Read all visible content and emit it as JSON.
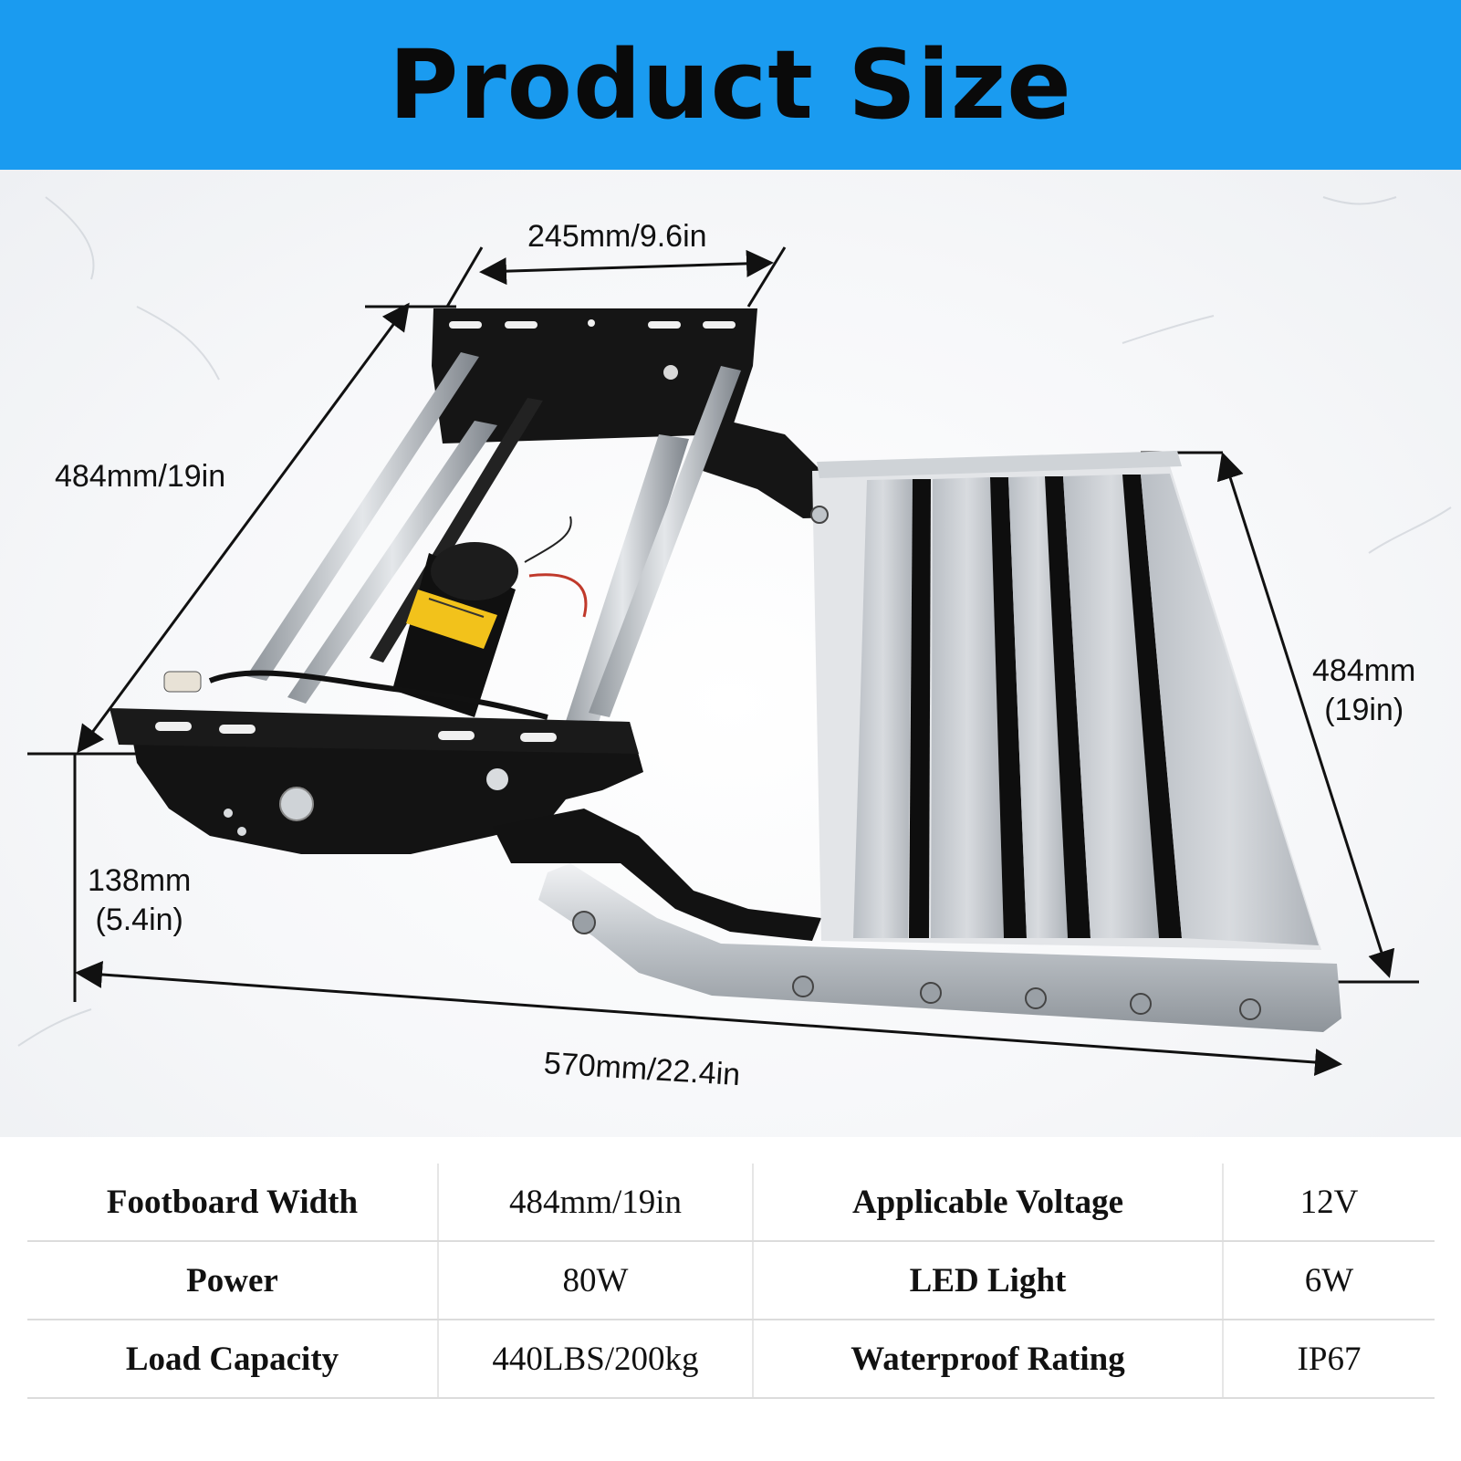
{
  "title": "Product Size",
  "dimensions": {
    "top_width": "245mm/9.6in",
    "left_depth": "484mm/19in",
    "right_width_line1": "484mm",
    "right_width_line2": "(19in)",
    "height_line1": "138mm",
    "height_line2": "(5.4in)",
    "total_length": "570mm/22.4in"
  },
  "specs": [
    {
      "label_a": "Footboard Width",
      "value_a": "484mm/19in",
      "label_b": "Applicable Voltage",
      "value_b": "12V"
    },
    {
      "label_a": "Power",
      "value_a": "80W",
      "label_b": "LED Light",
      "value_b": "6W"
    },
    {
      "label_a": "Load Capacity",
      "value_a": "440LBS/200kg",
      "label_b": "Waterproof Rating",
      "value_b": "IP67"
    }
  ],
  "colors": {
    "banner": "#1a9bf0",
    "frame": "#141414",
    "aluminum": "#c9cdd2",
    "motor_label": "#f2c21b"
  }
}
